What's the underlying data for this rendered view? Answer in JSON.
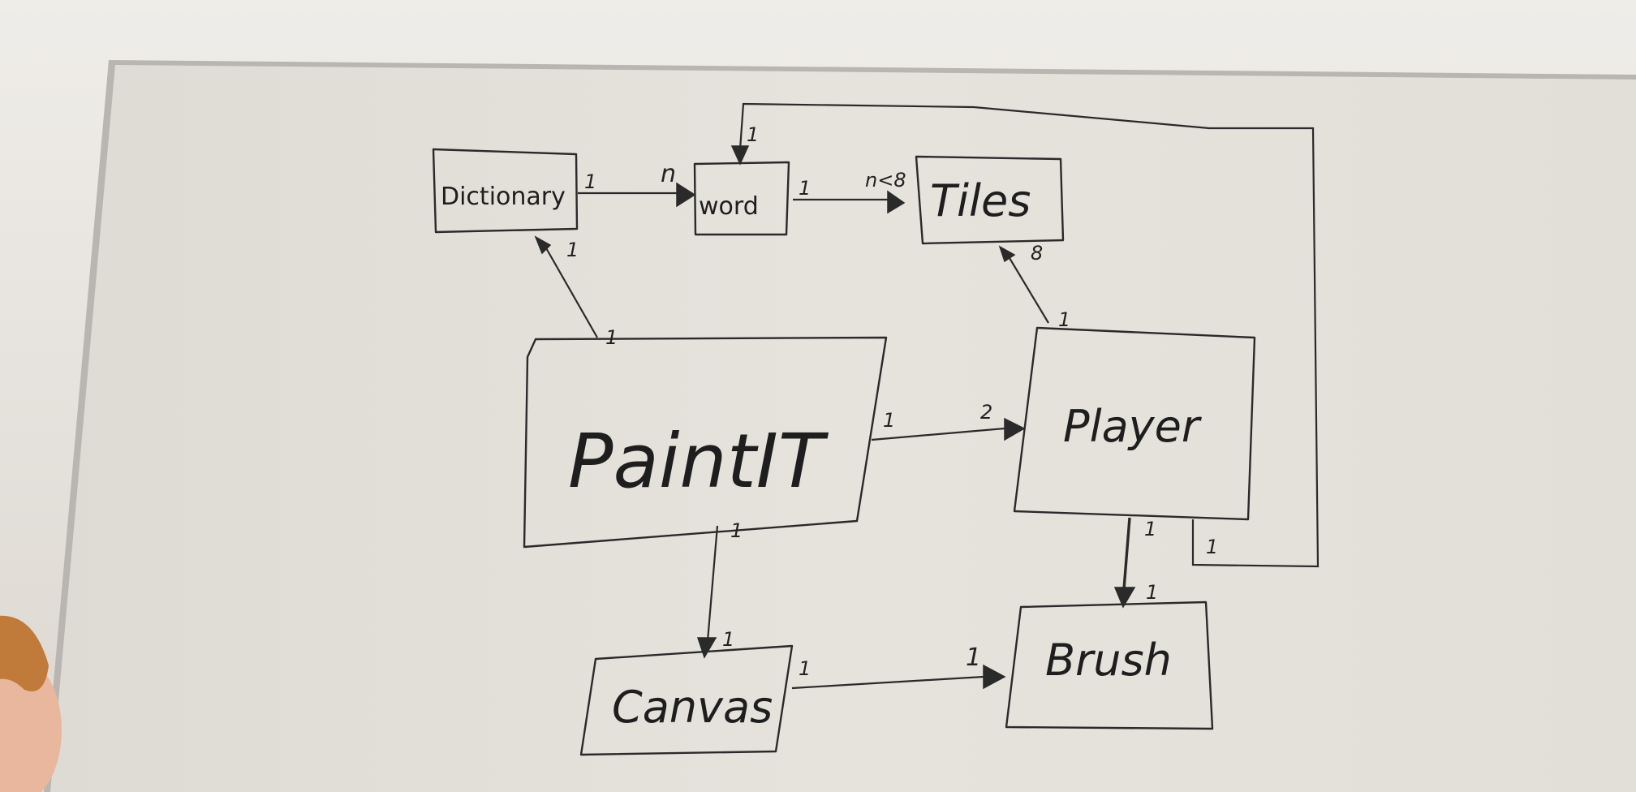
{
  "nodes": {
    "dictionary": {
      "label": "Dictionary"
    },
    "word": {
      "label": "word"
    },
    "tiles": {
      "label": "Tiles"
    },
    "paintit": {
      "label": "PaintIT"
    },
    "player": {
      "label": "Player"
    },
    "canvas": {
      "label": "Canvas"
    },
    "brush": {
      "label": "Brush"
    }
  },
  "edges": {
    "dictionary_word": {
      "from": "Dictionary",
      "to": "word",
      "source_mult": "1",
      "target_mult": "n"
    },
    "word_tiles": {
      "from": "word",
      "to": "Tiles",
      "source_mult": "1",
      "target_mult": "n<8"
    },
    "player_word": {
      "from": "Player",
      "to": "word",
      "source_mult": "1",
      "target_mult": "1"
    },
    "paintit_dictionary": {
      "from": "PaintIT",
      "to": "Dictionary",
      "source_mult": "1",
      "target_mult": "1"
    },
    "player_tiles": {
      "from": "Player",
      "to": "Tiles",
      "source_mult": "1",
      "target_mult": "8"
    },
    "paintit_player": {
      "from": "PaintIT",
      "to": "Player",
      "source_mult": "1",
      "target_mult": "2"
    },
    "paintit_canvas": {
      "from": "PaintIT",
      "to": "Canvas",
      "source_mult": "1",
      "target_mult": "1"
    },
    "player_brush": {
      "from": "Player",
      "to": "Brush",
      "source_mult": "1",
      "target_mult": "1"
    },
    "canvas_brush": {
      "from": "Canvas",
      "to": "Brush",
      "source_mult": "1",
      "target_mult": "1"
    }
  }
}
